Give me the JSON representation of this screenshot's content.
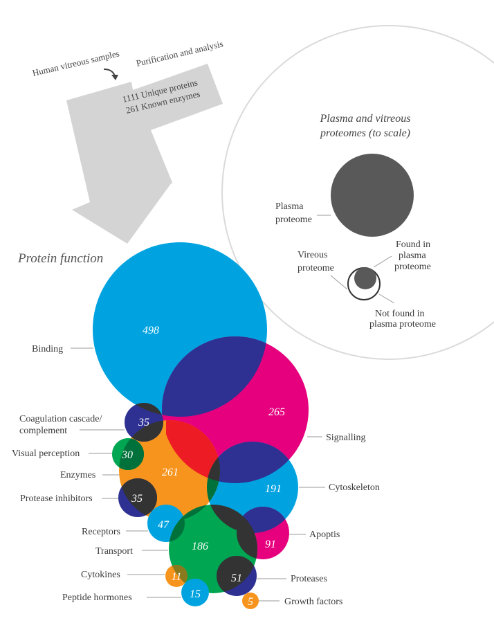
{
  "flow": {
    "samples": "Human vitreous samples",
    "process": "Purification and analysis",
    "proteins": "1111 Unique proteins",
    "enzymes": "261 Known enzymes"
  },
  "inset": {
    "title_line1": "Plasma and vitreous",
    "title_line2": "proteomes (to scale)",
    "plasma_line1": "Plasma",
    "plasma_line2": "proteome",
    "vitreous_line1": "Vireous",
    "vitreous_line2": "proteome",
    "found_line1": "Found in",
    "found_line2": "plasma",
    "found_line3": "proteome",
    "notfound_line1": "Not found in",
    "notfound_line2": "plasma proteome"
  },
  "function_title": "Protein function",
  "colors": {
    "binding": "#00a3e0",
    "signalling": "#e6007e",
    "overlap_dark": "#2e3192",
    "enzymes": "#f7941d",
    "red": "#ed1c24",
    "green": "#00a651",
    "coag": "#2e3192",
    "charcoal": "#333333",
    "plasma": "#595959",
    "arrow": "#d4d4d4"
  },
  "categories": [
    {
      "name": "Binding",
      "value": "498",
      "color": "#00a3e0"
    },
    {
      "name": "Signalling",
      "value": "265",
      "color": "#e6007e"
    },
    {
      "name": "Coagulation cascade/ complement",
      "line1": "Coagulation cascade/",
      "line2": "complement",
      "value": "35",
      "color": "#2e3192"
    },
    {
      "name": "Visual perception",
      "value": "30",
      "color": "#00a651"
    },
    {
      "name": "Enzymes",
      "value": "261",
      "color": "#f7941d"
    },
    {
      "name": "Cytoskeleton",
      "value": "191",
      "color": "#00a3e0"
    },
    {
      "name": "Protease inhibitors",
      "value": "35",
      "color": "#2e3192"
    },
    {
      "name": "Receptors",
      "value": "47",
      "color": "#00a3e0"
    },
    {
      "name": "Apoptis",
      "value": "91",
      "color": "#e6007e"
    },
    {
      "name": "Transport",
      "value": "186",
      "color": "#00a651"
    },
    {
      "name": "Cytokines",
      "value": "11",
      "color": "#f7941d"
    },
    {
      "name": "Proteases",
      "value": "51",
      "color": "#2e3192"
    },
    {
      "name": "Peptide hormones",
      "value": "15",
      "color": "#00a3e0"
    },
    {
      "name": "Growth factors",
      "value": "5",
      "color": "#f7941d"
    }
  ]
}
